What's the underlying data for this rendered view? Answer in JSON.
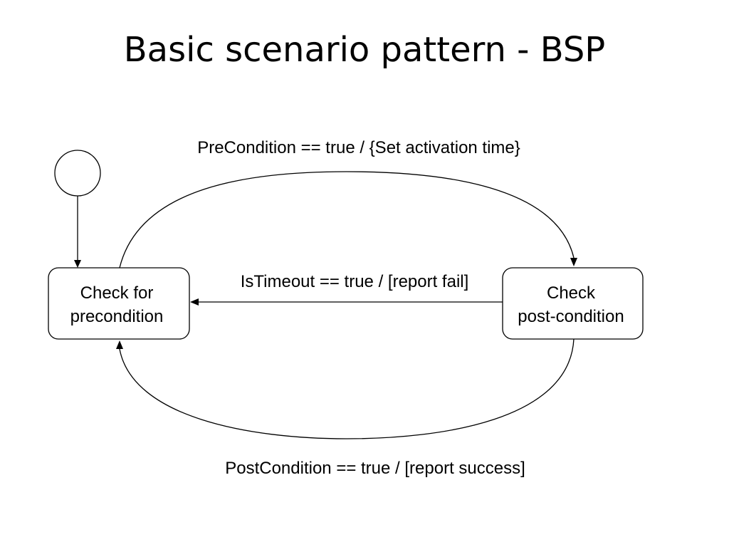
{
  "title": "Basic scenario pattern - BSP",
  "states": {
    "precondition": {
      "line1": "Check for",
      "line2": "precondition"
    },
    "postcondition": {
      "line1": "Check",
      "line2": "post-condition"
    }
  },
  "transitions": {
    "precondition_met": "PreCondition == true / {Set activation time}",
    "timeout": "IsTimeout == true / [report fail]",
    "postcondition_met": "PostCondition == true / [report success]"
  }
}
